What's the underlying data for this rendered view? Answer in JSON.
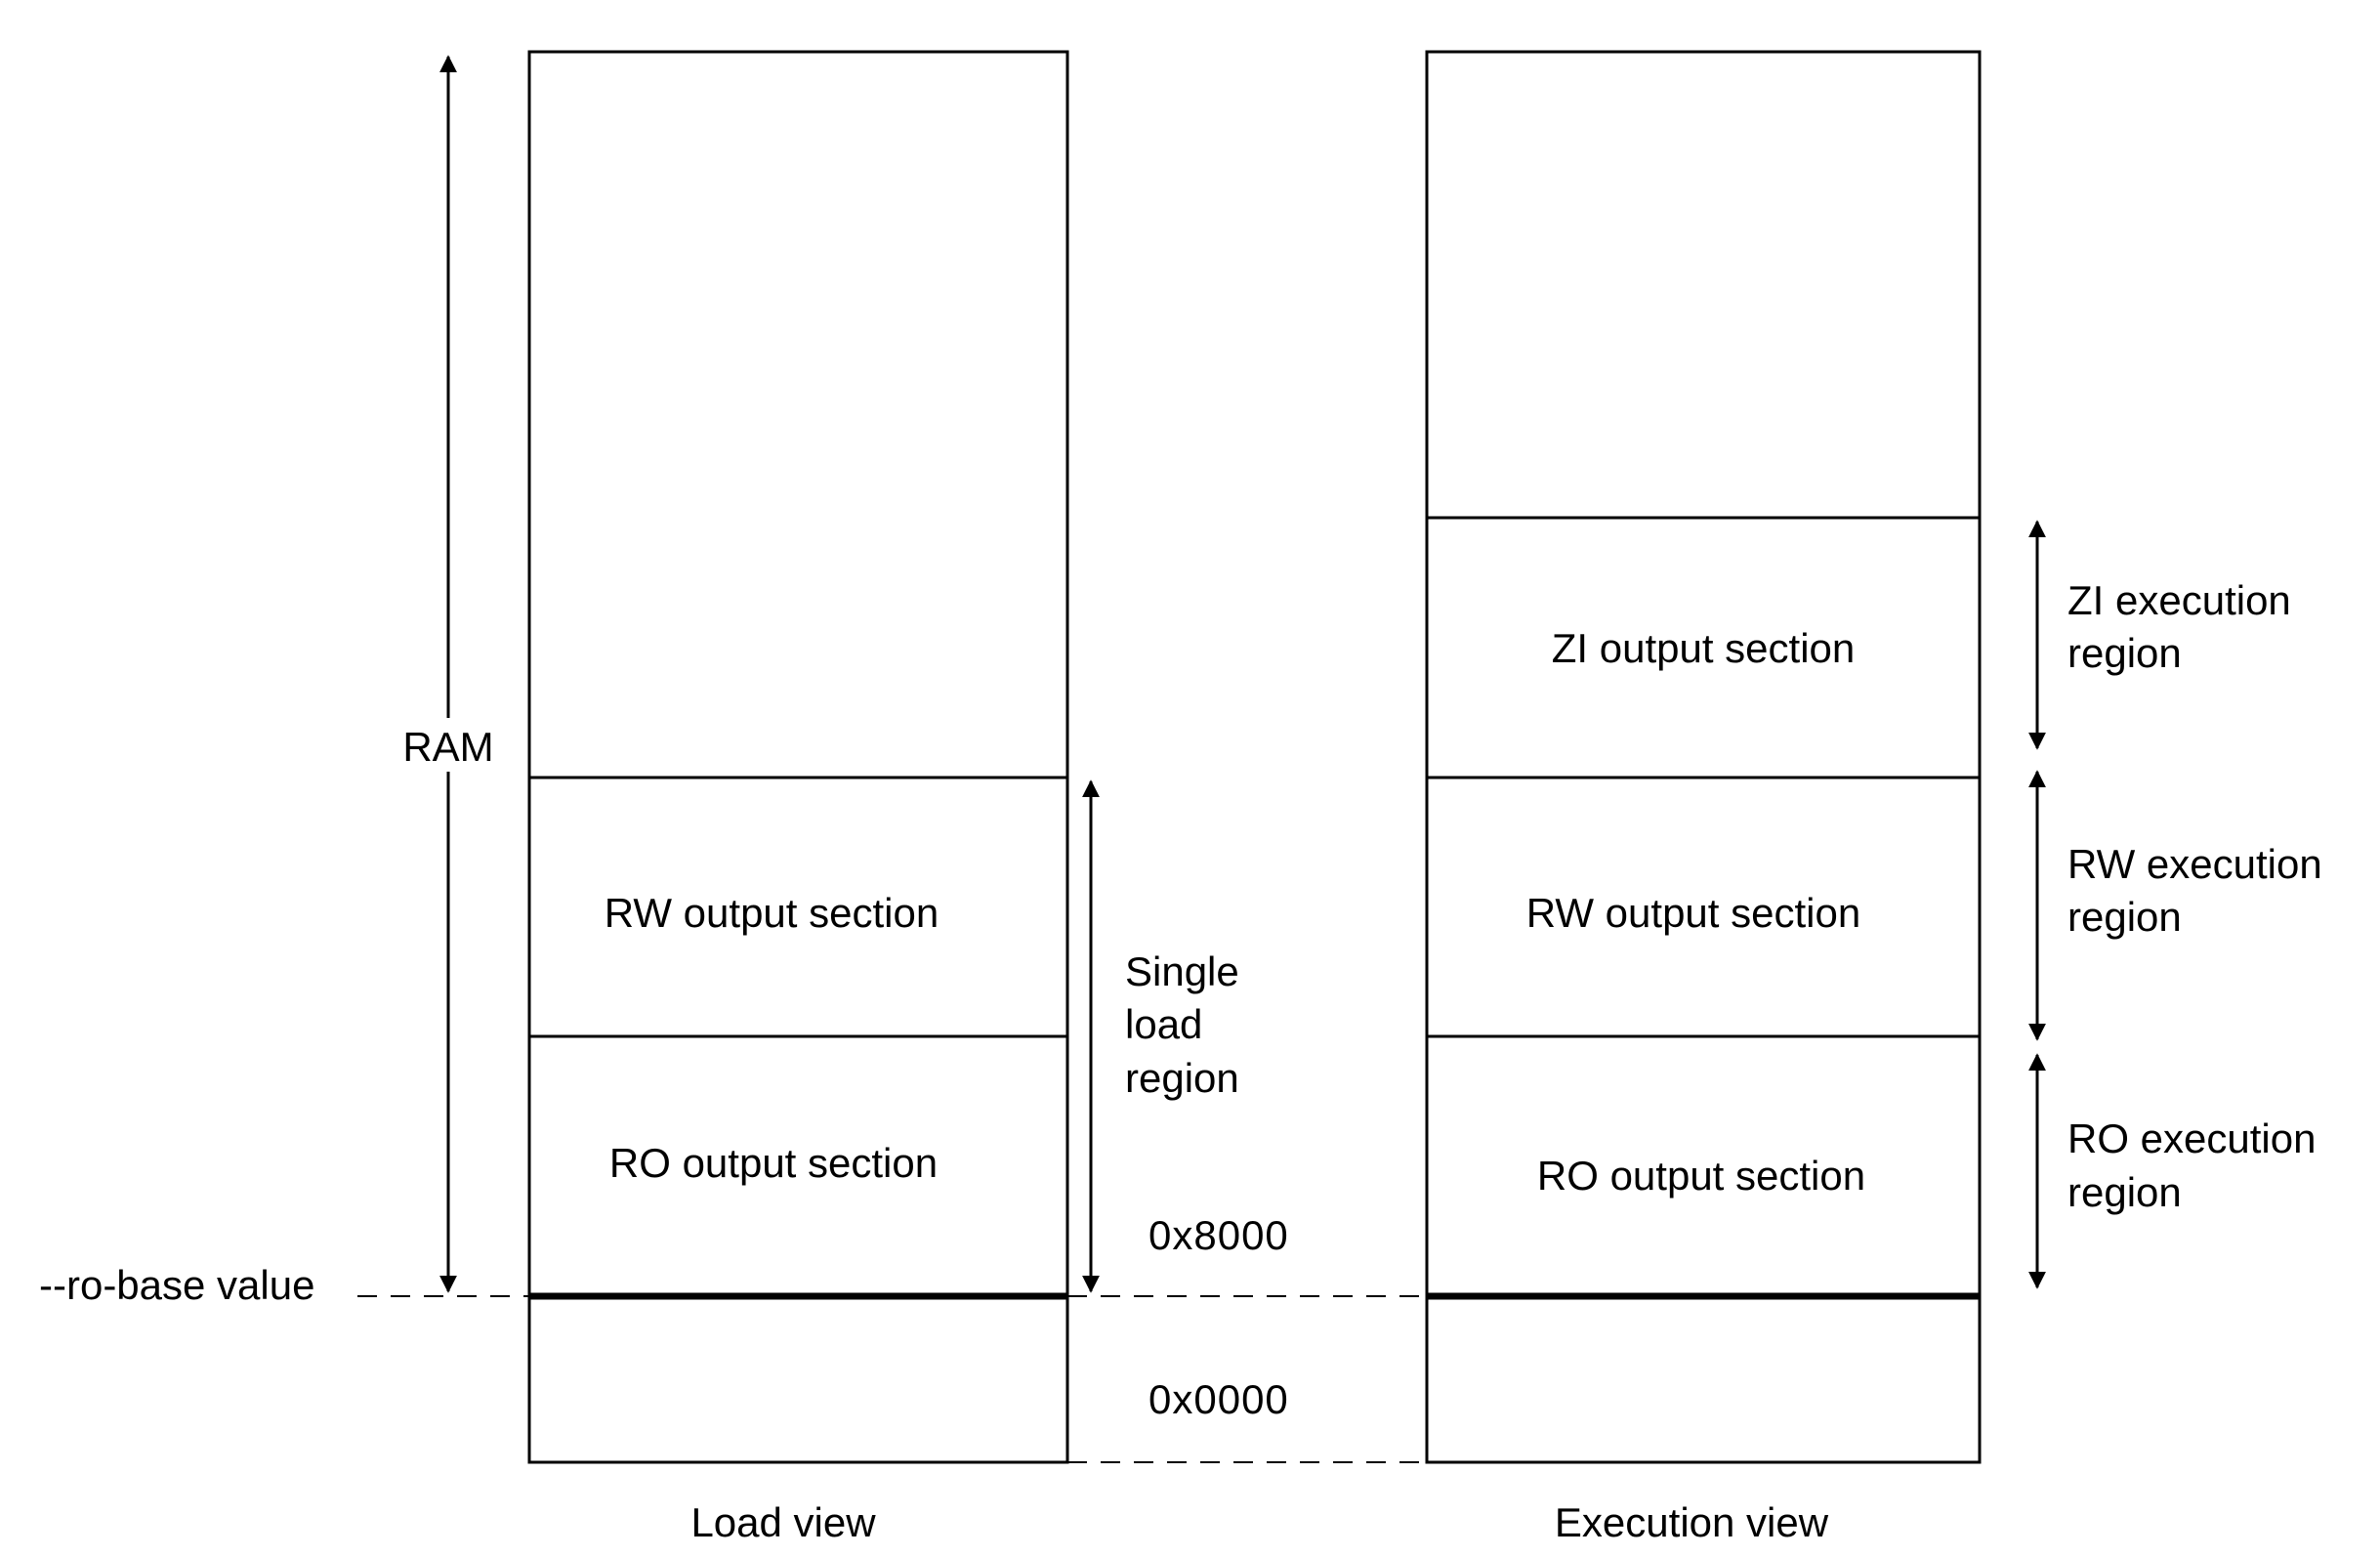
{
  "load_view": {
    "caption": "Load view",
    "ram_label": "RAM",
    "ro_base_label": "--ro-base value",
    "sections": {
      "rw": "RW output section",
      "ro": "RO output section"
    },
    "region_label": [
      "Single",
      "load",
      "region"
    ]
  },
  "addresses": {
    "base": "0x8000",
    "zero": "0x0000"
  },
  "execution_view": {
    "caption": "Execution view",
    "sections": {
      "zi": "ZI output section",
      "rw": "RW output section",
      "ro": "RO output section"
    },
    "regions": {
      "zi": [
        "ZI execution",
        "region"
      ],
      "rw": [
        "RW execution",
        "region"
      ],
      "ro": [
        "RO execution",
        "region"
      ]
    }
  },
  "colors": {
    "ink": "#000000",
    "background": "#ffffff"
  }
}
